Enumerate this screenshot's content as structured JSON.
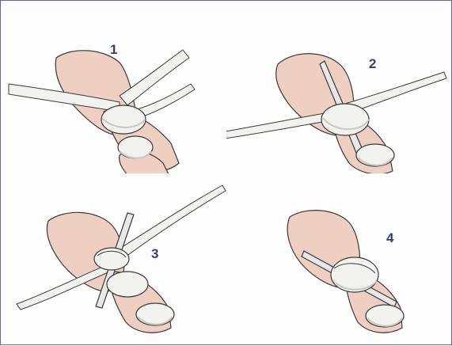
{
  "steps": [
    {
      "number": "1"
    },
    {
      "number": "2"
    },
    {
      "number": "3"
    },
    {
      "number": "4"
    }
  ],
  "colors": {
    "skin": "#efcfc2",
    "skin_shade": "#e1b2a2",
    "outline": "#3a3a3a",
    "bandage": "#f2f2ee",
    "bandage_shade": "#c9c9c2",
    "stick": "#e8e8e8",
    "blood": "#d0202a",
    "number": "#2e3f7c",
    "border": "#5a6a9a"
  }
}
